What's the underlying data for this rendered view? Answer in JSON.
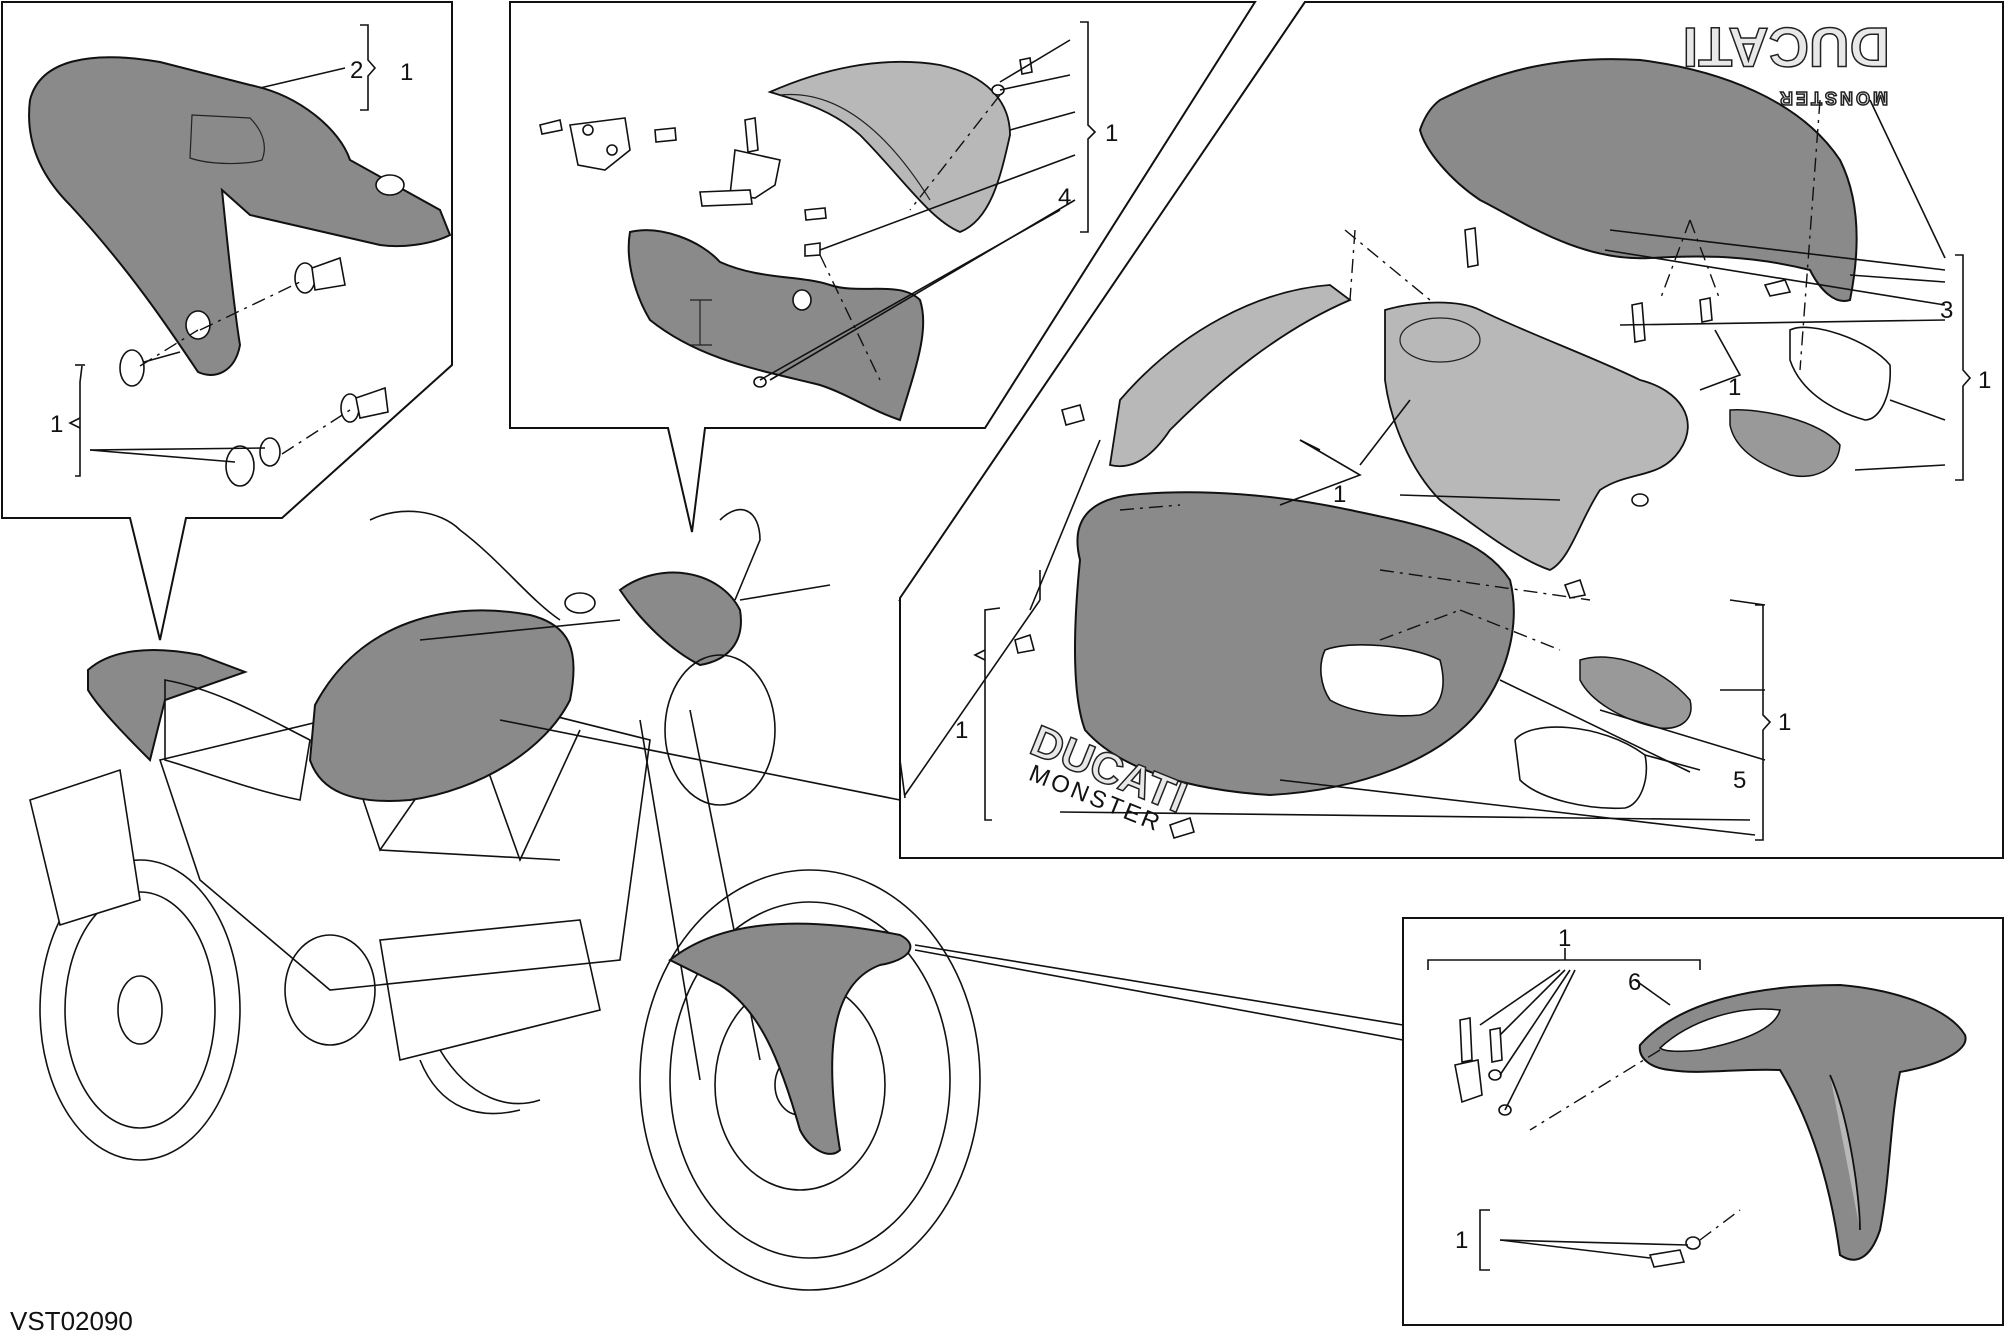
{
  "drawing_code": "VST02090",
  "callouts": {
    "seat_panel": [
      "2",
      "1",
      "1"
    ],
    "headlight_panel": [
      "1",
      "4"
    ],
    "tank_panel": [
      "3",
      "1",
      "1",
      "1",
      "1",
      "1",
      "5"
    ],
    "mudguard_panel": [
      "1",
      "6",
      "1"
    ]
  },
  "decals": {
    "brand": "DUCATI",
    "model": "MONSTER"
  },
  "colors": {
    "part_fill": "#8a8a8a",
    "line": "#111111"
  }
}
